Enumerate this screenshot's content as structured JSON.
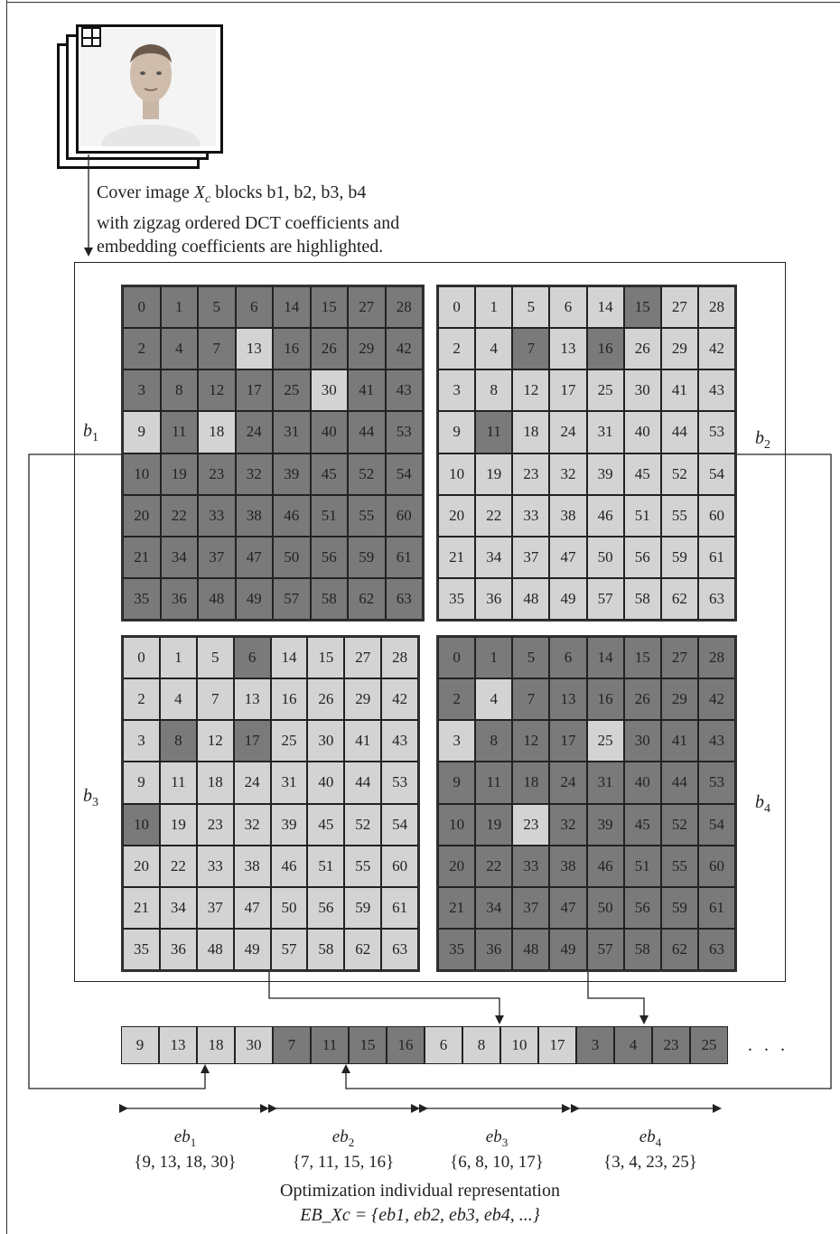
{
  "caption": {
    "line1_pre": "Cover image ",
    "line1_sym": "X",
    "line1_sub": "c",
    "line1_post": " blocks b1, b2, b3, b4",
    "line2": "with zigzag ordered DCT coefficients and",
    "line3": "embedding coefficients are highlighted."
  },
  "colors": {
    "dark": "#7a7a7a",
    "light": "#d3d3d3",
    "line": "#222222"
  },
  "zigzag": [
    [
      0,
      1,
      5,
      6,
      14,
      15,
      27,
      28
    ],
    [
      2,
      4,
      7,
      13,
      16,
      26,
      29,
      42
    ],
    [
      3,
      8,
      12,
      17,
      25,
      30,
      41,
      43
    ],
    [
      9,
      11,
      18,
      24,
      31,
      40,
      44,
      53
    ],
    [
      10,
      19,
      23,
      32,
      39,
      45,
      52,
      54
    ],
    [
      20,
      22,
      33,
      38,
      46,
      51,
      55,
      60
    ],
    [
      21,
      34,
      37,
      47,
      50,
      56,
      59,
      61
    ],
    [
      35,
      36,
      48,
      49,
      57,
      58,
      62,
      63
    ]
  ],
  "blocks": [
    {
      "label": "b",
      "sub": "1",
      "base": "dark",
      "highlight": [
        9,
        13,
        18,
        30
      ]
    },
    {
      "label": "b",
      "sub": "2",
      "base": "light",
      "highlight": [
        7,
        11,
        15,
        16
      ]
    },
    {
      "label": "b",
      "sub": "3",
      "base": "light",
      "highlight": [
        6,
        8,
        10,
        17
      ]
    },
    {
      "label": "b",
      "sub": "4",
      "base": "dark",
      "highlight": [
        3,
        4,
        23,
        25
      ]
    }
  ],
  "strip": [
    {
      "v": "9",
      "tone": "light"
    },
    {
      "v": "13",
      "tone": "light"
    },
    {
      "v": "18",
      "tone": "light"
    },
    {
      "v": "30",
      "tone": "light"
    },
    {
      "v": "7",
      "tone": "dark"
    },
    {
      "v": "11",
      "tone": "dark"
    },
    {
      "v": "15",
      "tone": "dark"
    },
    {
      "v": "16",
      "tone": "dark"
    },
    {
      "v": "6",
      "tone": "light"
    },
    {
      "v": "8",
      "tone": "light"
    },
    {
      "v": "10",
      "tone": "light"
    },
    {
      "v": "17",
      "tone": "light"
    },
    {
      "v": "3",
      "tone": "dark"
    },
    {
      "v": "4",
      "tone": "dark"
    },
    {
      "v": "23",
      "tone": "dark"
    },
    {
      "v": "25",
      "tone": "dark"
    }
  ],
  "strip_more": ". . .",
  "groups": [
    {
      "name": "eb",
      "sub": "1",
      "set": "{9, 13, 18, 30}"
    },
    {
      "name": "eb",
      "sub": "2",
      "set": "{7, 11, 15, 16}"
    },
    {
      "name": "eb",
      "sub": "3",
      "set": "{6, 8, 10, 17}"
    },
    {
      "name": "eb",
      "sub": "4",
      "set": "{3, 4, 23, 25}"
    }
  ],
  "footer": {
    "line1": "Optimization individual representation",
    "line2": "EB_Xc = {eb1, eb2, eb3, eb4, ...}"
  }
}
